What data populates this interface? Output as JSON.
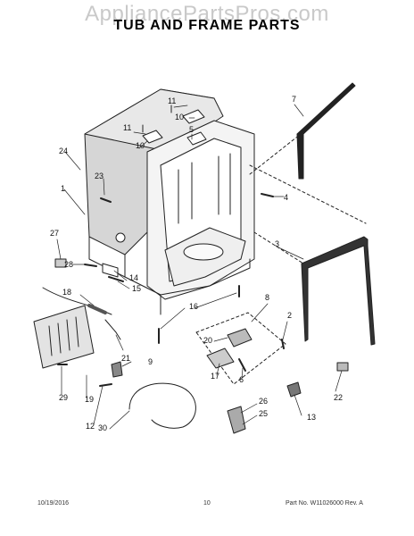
{
  "watermark": "AppliancePartsPros.com",
  "title": "TUB AND FRAME PARTS",
  "footer": {
    "date": "10/19/2016",
    "page": "10",
    "part_no": "Part No. W11026000  Rev. A"
  },
  "callouts": [
    "1",
    "2",
    "3",
    "4",
    "5",
    "6",
    "7",
    "8",
    "9",
    "10",
    "10",
    "11",
    "11",
    "12",
    "13",
    "14",
    "15",
    "16",
    "17",
    "18",
    "19",
    "20",
    "21",
    "22",
    "23",
    "24",
    "25",
    "26",
    "27",
    "28",
    "29",
    "30"
  ]
}
